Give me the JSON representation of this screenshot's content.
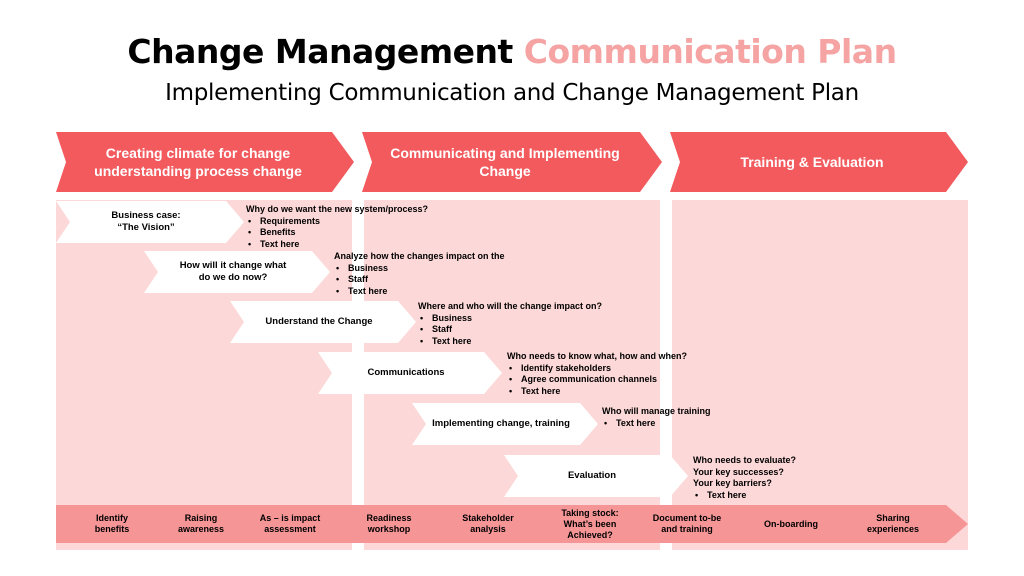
{
  "title": {
    "part1": "Change Management ",
    "part2": "Communication Plan"
  },
  "subtitle": "Implementing Communication and Change Management Plan",
  "colors": {
    "phase": "#f25a5e",
    "accent": "#f5a3a3",
    "background_column": "#fdd8d8",
    "band": "#f69596"
  },
  "phases": [
    {
      "label": "Creating climate for change understanding process change"
    },
    {
      "label": "Communicating and Implementing Change"
    },
    {
      "label": "Training & Evaluation"
    }
  ],
  "steps": [
    {
      "label": "Business case:\n“The Vision”",
      "question": "Why do we want the new system/process?",
      "bullets": [
        "Requirements",
        "Benefits",
        "Text here"
      ]
    },
    {
      "label": "How will it change what\ndo we do now?",
      "question": "Analyze how the changes impact on the",
      "bullets": [
        "Business",
        "Staff",
        "Text here"
      ]
    },
    {
      "label": "Understand  the Change",
      "question": "Where and who will the change impact on?",
      "bullets": [
        "Business",
        "Staff",
        "Text here"
      ]
    },
    {
      "label": "Communications",
      "question": "Who needs to know what, how and when?",
      "bullets": [
        "Identify stakeholders",
        "Agree communication channels",
        "Text here"
      ]
    },
    {
      "label": "Implementing change, training",
      "question": "Who will manage training",
      "bullets": [
        "Text here"
      ]
    },
    {
      "label": "Evaluation",
      "question": "Who needs to evaluate?\nYour key successes?\nYour key barriers?",
      "bullets": [
        "Text here"
      ]
    }
  ],
  "milestones": [
    "Identify\nbenefits",
    "Raising\nawareness",
    "As – is impact\nassessment",
    "Readiness\nworkshop",
    "Stakeholder\nanalysis",
    "Taking stock:\nWhat’s been\nAchieved?",
    "Document to-be\nand training",
    "On-boarding",
    "Sharing\nexperiences"
  ]
}
